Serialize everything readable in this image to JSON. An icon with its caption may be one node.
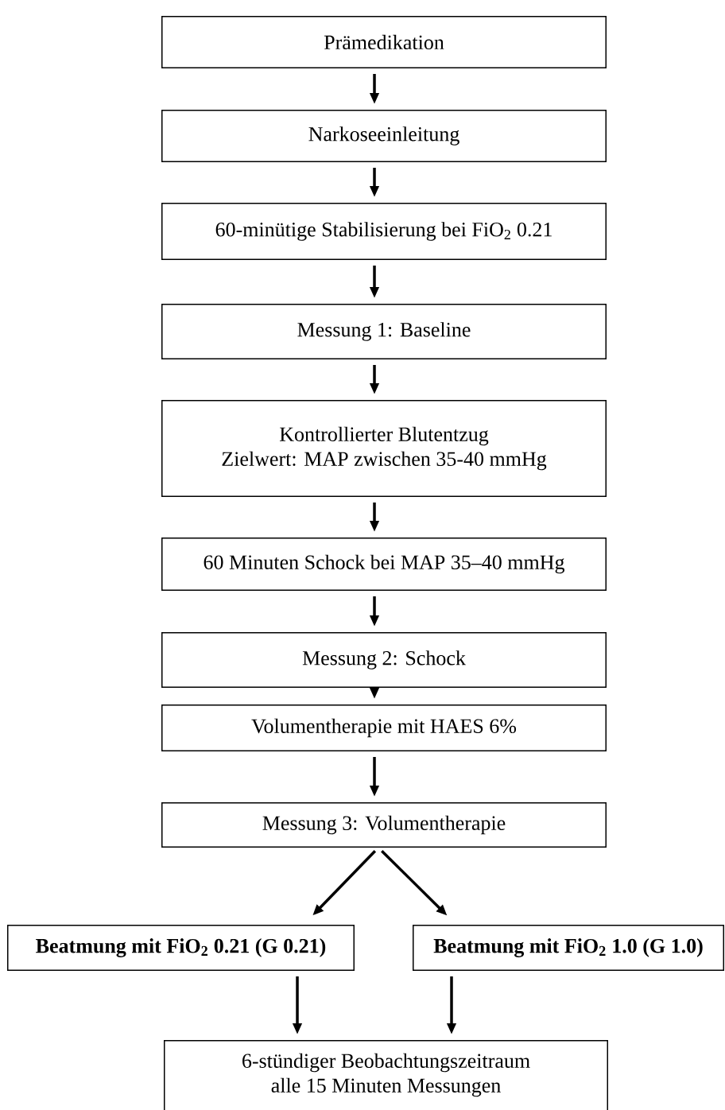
{
  "diagram": {
    "nodes": [
      {
        "text": [
          "Prämedikation"
        ]
      },
      {
        "text": [
          "Narkoseeinleitung"
        ]
      },
      {
        "text": [
          "60-minütige Stabilisierung bei FiO$_{2}$ 0.21"
        ]
      },
      {
        "text": [
          "Messung 1: Baseline"
        ]
      },
      {
        "text": [
          "Kontrollierter Blutentzug",
          "Zielwert: MAP zwischen 35-40 mmHg"
        ]
      },
      {
        "text": [
          "60 Minuten Schock bei MAP 35–40 mmHg"
        ]
      },
      {
        "text": [
          "Messung 2: Schock"
        ]
      },
      {
        "text": [
          "Volumentherapie mit HAES 6%"
        ]
      },
      {
        "text": [
          "Messung 3: Volumentherapie"
        ]
      },
      {
        "text": [
          "Beatmung mit FiO$_{2}$ 0.21 (G 0.21)"
        ]
      },
      {
        "text": [
          "Beatmung mit FiO$_{2}$ 1.0 (G 1.0)"
        ]
      },
      {
        "text": [
          "6-stündiger Beobachtungszeitraum",
          "alle 15 Minuten Messungen"
        ]
      }
    ],
    "edges": [
      {
        "from": 0,
        "to": 1,
        "arrow": "to"
      },
      {
        "from": 1,
        "to": 2,
        "arrow": "to"
      },
      {
        "from": 2,
        "to": 3,
        "arrow": "to"
      },
      {
        "from": 3,
        "to": 4,
        "arrow": "to"
      },
      {
        "from": 4,
        "to": 5,
        "arrow": "to"
      },
      {
        "from": 5,
        "to": 6,
        "arrow": "to"
      },
      {
        "from": 6,
        "to": 7,
        "arrow": "to"
      },
      {
        "from": 7,
        "to": 8,
        "arrow": "to"
      },
      {
        "from": 8,
        "to": 9,
        "arrow": "to"
      },
      {
        "from": 8,
        "to": 10,
        "arrow": "to"
      },
      {
        "from": 9,
        "to": 11,
        "arrow": "to"
      },
      {
        "from": 10,
        "to": 11,
        "arrow": "to"
      }
    ]
  }
}
